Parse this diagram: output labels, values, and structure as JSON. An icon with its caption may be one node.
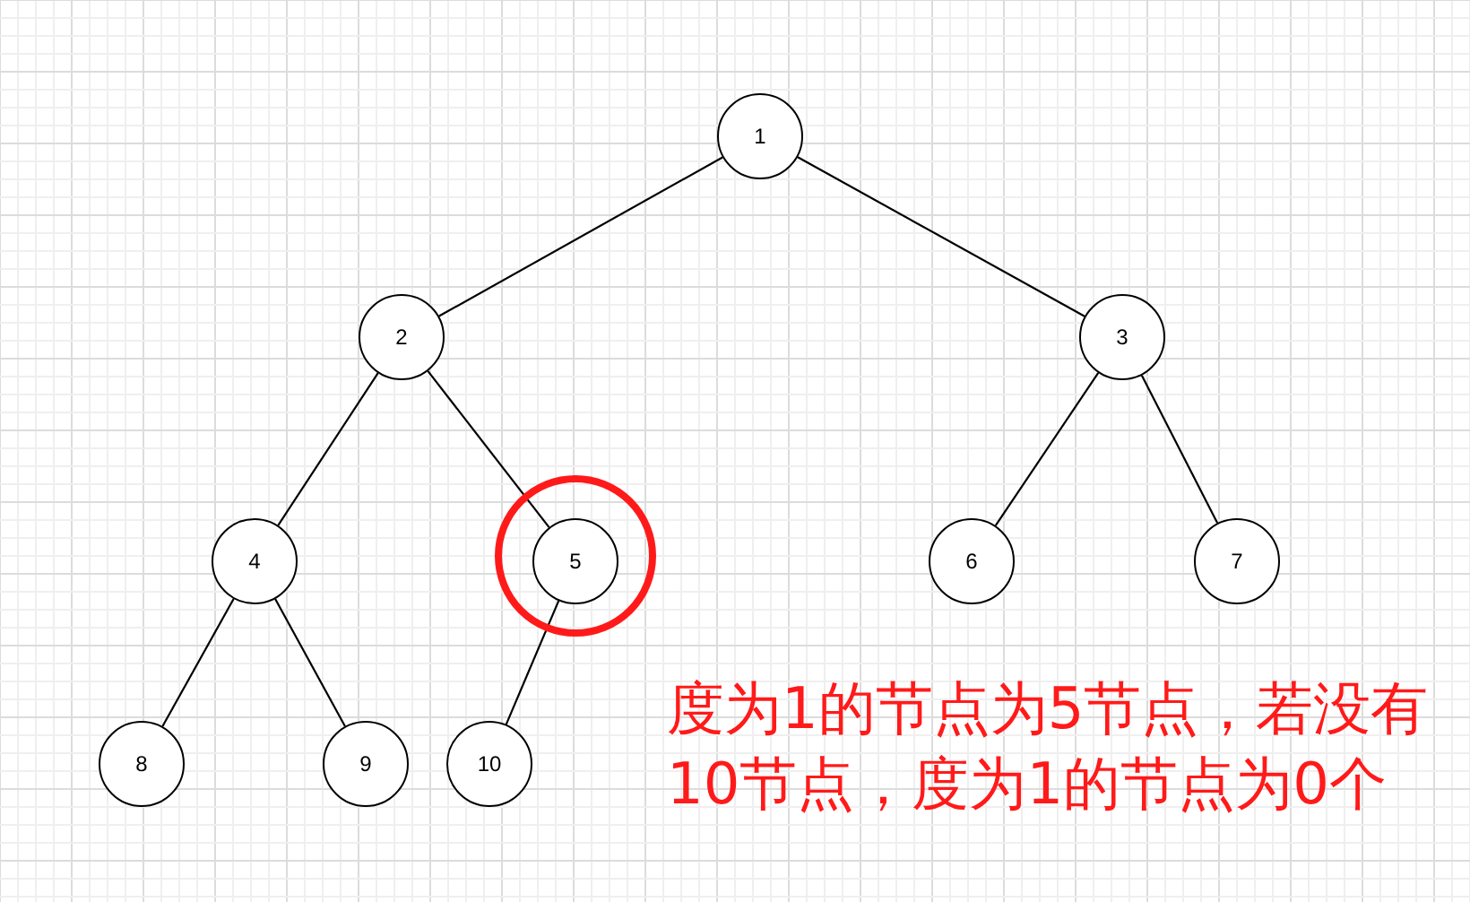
{
  "diagram": {
    "nodes": [
      {
        "text": [
          "1"
        ]
      },
      {
        "text": [
          "2"
        ]
      },
      {
        "text": [
          "3"
        ]
      },
      {
        "text": [
          "4"
        ]
      },
      {
        "text": [
          "5"
        ]
      },
      {
        "text": [
          "6"
        ]
      },
      {
        "text": [
          "7"
        ]
      },
      {
        "text": [
          "8"
        ]
      },
      {
        "text": [
          "9"
        ]
      },
      {
        "text": [
          "10"
        ]
      }
    ],
    "edges": [
      {
        "from": 0,
        "to": 1,
        "arrow": "none"
      },
      {
        "from": 0,
        "to": 2,
        "arrow": "none"
      },
      {
        "from": 1,
        "to": 3,
        "arrow": "none"
      },
      {
        "from": 1,
        "to": 4,
        "arrow": "none"
      },
      {
        "from": 2,
        "to": 5,
        "arrow": "none"
      },
      {
        "from": 2,
        "to": 6,
        "arrow": "none"
      },
      {
        "from": 3,
        "to": 7,
        "arrow": "none"
      },
      {
        "from": 3,
        "to": 8,
        "arrow": "none"
      },
      {
        "from": 4,
        "to": 9,
        "arrow": "none"
      }
    ],
    "labels": [
      "度为1的节点为5节点，若没有10节点，度为1的节点为0个"
    ]
  }
}
